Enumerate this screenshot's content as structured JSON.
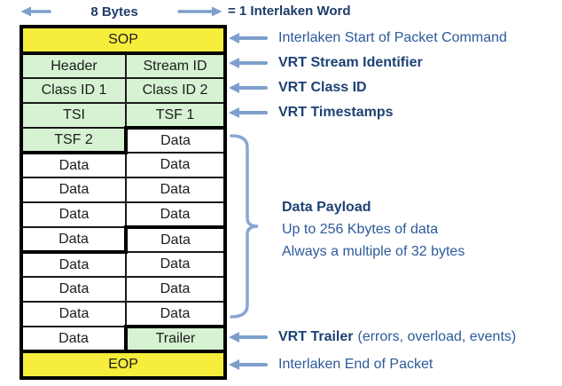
{
  "header": {
    "bytes_label": "8 Bytes",
    "word_label": "= 1 Interlaken Word"
  },
  "table": {
    "rows": [
      {
        "cells": [
          {
            "text": "SOP"
          }
        ]
      },
      {
        "cells": [
          {
            "text": "Header"
          },
          {
            "text": "Stream ID"
          }
        ]
      },
      {
        "cells": [
          {
            "text": "Class ID 1"
          },
          {
            "text": "Class ID 2"
          }
        ]
      },
      {
        "cells": [
          {
            "text": "TSI"
          },
          {
            "text": "TSF 1"
          }
        ]
      },
      {
        "cells": [
          {
            "text": "TSF 2"
          },
          {
            "text": "Data"
          }
        ]
      },
      {
        "cells": [
          {
            "text": "Data"
          },
          {
            "text": "Data"
          }
        ]
      },
      {
        "cells": [
          {
            "text": "Data"
          },
          {
            "text": "Data"
          }
        ]
      },
      {
        "cells": [
          {
            "text": "Data"
          },
          {
            "text": "Data"
          }
        ]
      },
      {
        "cells": [
          {
            "text": "Data"
          },
          {
            "text": "Data"
          }
        ]
      },
      {
        "cells": [
          {
            "text": "Data"
          },
          {
            "text": "Data"
          }
        ]
      },
      {
        "cells": [
          {
            "text": "Data"
          },
          {
            "text": "Data"
          }
        ]
      },
      {
        "cells": [
          {
            "text": "Data"
          },
          {
            "text": "Data"
          }
        ]
      },
      {
        "cells": [
          {
            "text": "Data"
          },
          {
            "text": "Trailer"
          }
        ]
      },
      {
        "cells": [
          {
            "text": "EOP"
          }
        ]
      }
    ]
  },
  "annotations": {
    "sop": "Interlaken Start of Packet Command",
    "stream": "VRT Stream Identifier",
    "classid": "VRT Class ID",
    "timestamps": "VRT Timestamps",
    "trailer_bold": "VRT Trailer",
    "trailer_rest": "(errors, overload, events)",
    "eop": "Interlaken End of Packet"
  },
  "payload_note": {
    "title": "Data Payload",
    "line1": "Up to 256 Kbytes of data",
    "line2": "Always a multiple of 32 bytes"
  },
  "colors": {
    "sop_eop_fill": "#f6ed3d",
    "header_fill": "#d6f2d2",
    "annotation_text": "#2d5a9a",
    "annotation_bold_text": "#1d4173",
    "arrow_blue": "#7c9fcb",
    "brace_blue": "#8aa7d3",
    "border_black": "#000000"
  }
}
